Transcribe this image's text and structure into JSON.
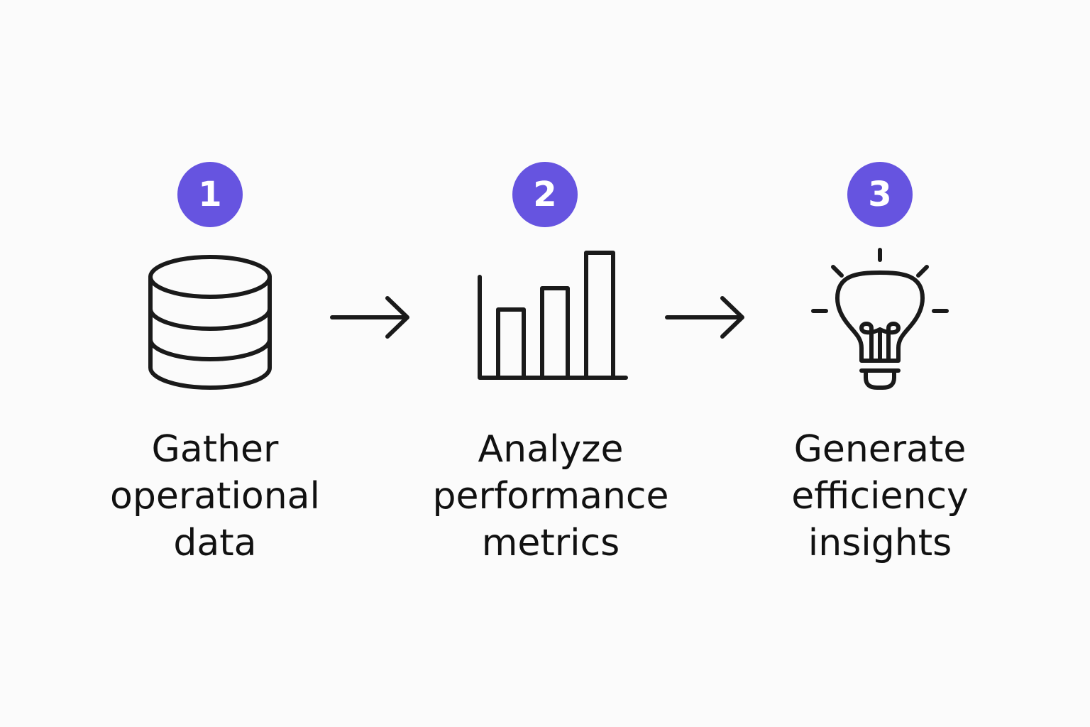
{
  "colors": {
    "accent": "#6654e0",
    "ink": "#1a1a1a"
  },
  "steps": [
    {
      "number": "1",
      "icon": "database-icon",
      "label_lines": [
        "Gather",
        "operational",
        "data"
      ]
    },
    {
      "number": "2",
      "icon": "bar-chart-icon",
      "label_lines": [
        "Analyze",
        "performance",
        "metrics"
      ]
    },
    {
      "number": "3",
      "icon": "lightbulb-icon",
      "label_lines": [
        "Generate",
        "efficiency",
        "insights"
      ]
    }
  ]
}
